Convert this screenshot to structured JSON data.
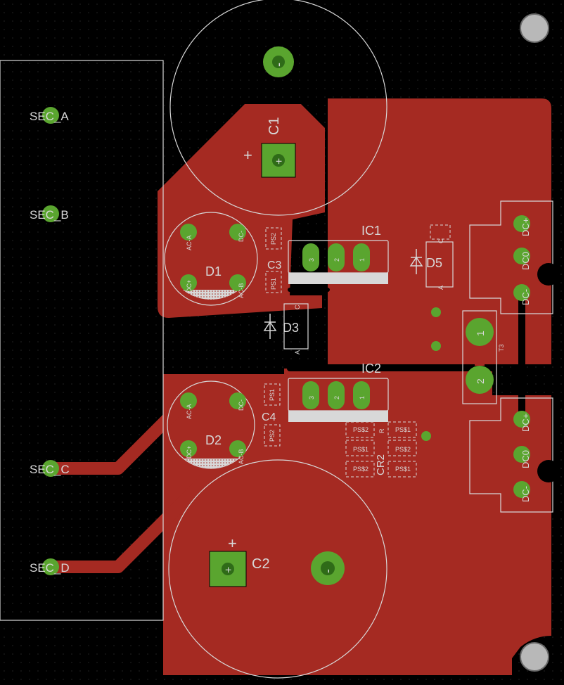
{
  "colors": {
    "background": "#000000",
    "copper": "#a52a22",
    "copper_dark": "#7d1f1a",
    "pad": "#5aa52f",
    "pad_dark": "#2f6b18",
    "silk": "#d8d8d8"
  },
  "connectors": {
    "sec_a": "SEC_A",
    "sec_b": "SEC_B",
    "sec_c": "SEC_C",
    "sec_d": "SEC_D"
  },
  "components": {
    "c1": "C1",
    "c2": "C2",
    "c3": "C3",
    "c4": "C4",
    "d1": "D1",
    "d2": "D2",
    "d3": "D3",
    "d5": "D5",
    "ic1": "IC1",
    "ic2": "IC2",
    "t3": "T3",
    "cr2": "CR2"
  },
  "pins": {
    "plus": "+",
    "minus": "-",
    "ac_a": "AC-A",
    "ac_b": "AC-B",
    "dc_plus": "DC+",
    "dc_minus": "DC-",
    "dc_zero": "DC0",
    "ps1": "PS1",
    "ps2": "PS2",
    "ps_dollar_1": "PS$1",
    "ps_dollar_2": "PS$2",
    "pin1": "1",
    "pin2": "2",
    "pin3": "3",
    "a": "A",
    "c": "C",
    "r": "R"
  }
}
